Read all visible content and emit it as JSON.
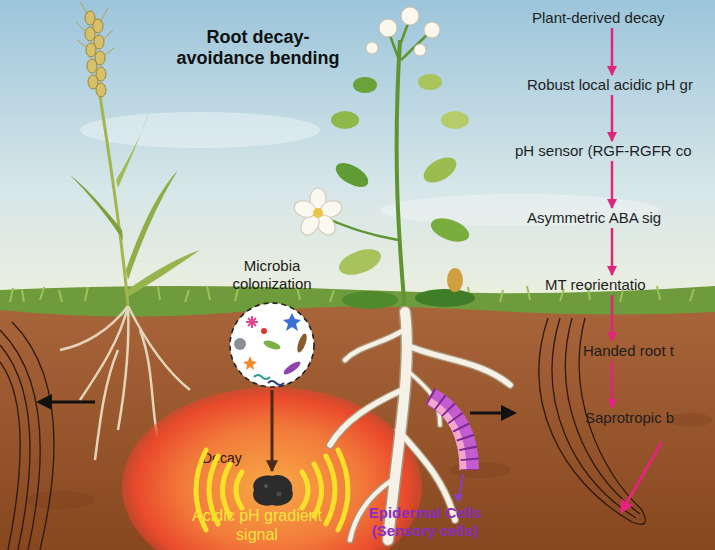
{
  "diagram": {
    "title": "Root decay-avoidance bending",
    "nodes": [
      {
        "text": [
          "Microbia colonization"
        ]
      },
      {
        "text": [
          "Acidic pH gradient signal"
        ]
      },
      {
        "text": [
          "Decay"
        ],
        "in": 1
      },
      {
        "text": [
          "Plant-derived decay"
        ]
      },
      {
        "text": [
          "Robust local acidic pH gr"
        ]
      },
      {
        "text": [
          "pH sensor (RGF-RGFR co"
        ]
      },
      {
        "text": [
          "Asymmetric ABA sig"
        ]
      },
      {
        "text": [
          "MT reorientatio"
        ]
      },
      {
        "text": [
          "Handed root t"
        ]
      },
      {
        "text": [
          "Saprotropic b"
        ]
      }
    ],
    "edges": [
      {
        "from": 0,
        "to": 2,
        "arrow": "to"
      },
      {
        "from": 3,
        "to": 4,
        "arrow": "to"
      },
      {
        "from": 4,
        "to": 5,
        "arrow": "to"
      },
      {
        "from": 5,
        "to": 6,
        "arrow": "to"
      },
      {
        "from": 6,
        "to": 7,
        "arrow": "to"
      },
      {
        "from": 7,
        "to": 8,
        "arrow": "to"
      },
      {
        "from": 8,
        "to": 9,
        "arrow": "to"
      }
    ],
    "labels": [
      "Epidermal Cells (Sensory cells)"
    ]
  }
}
